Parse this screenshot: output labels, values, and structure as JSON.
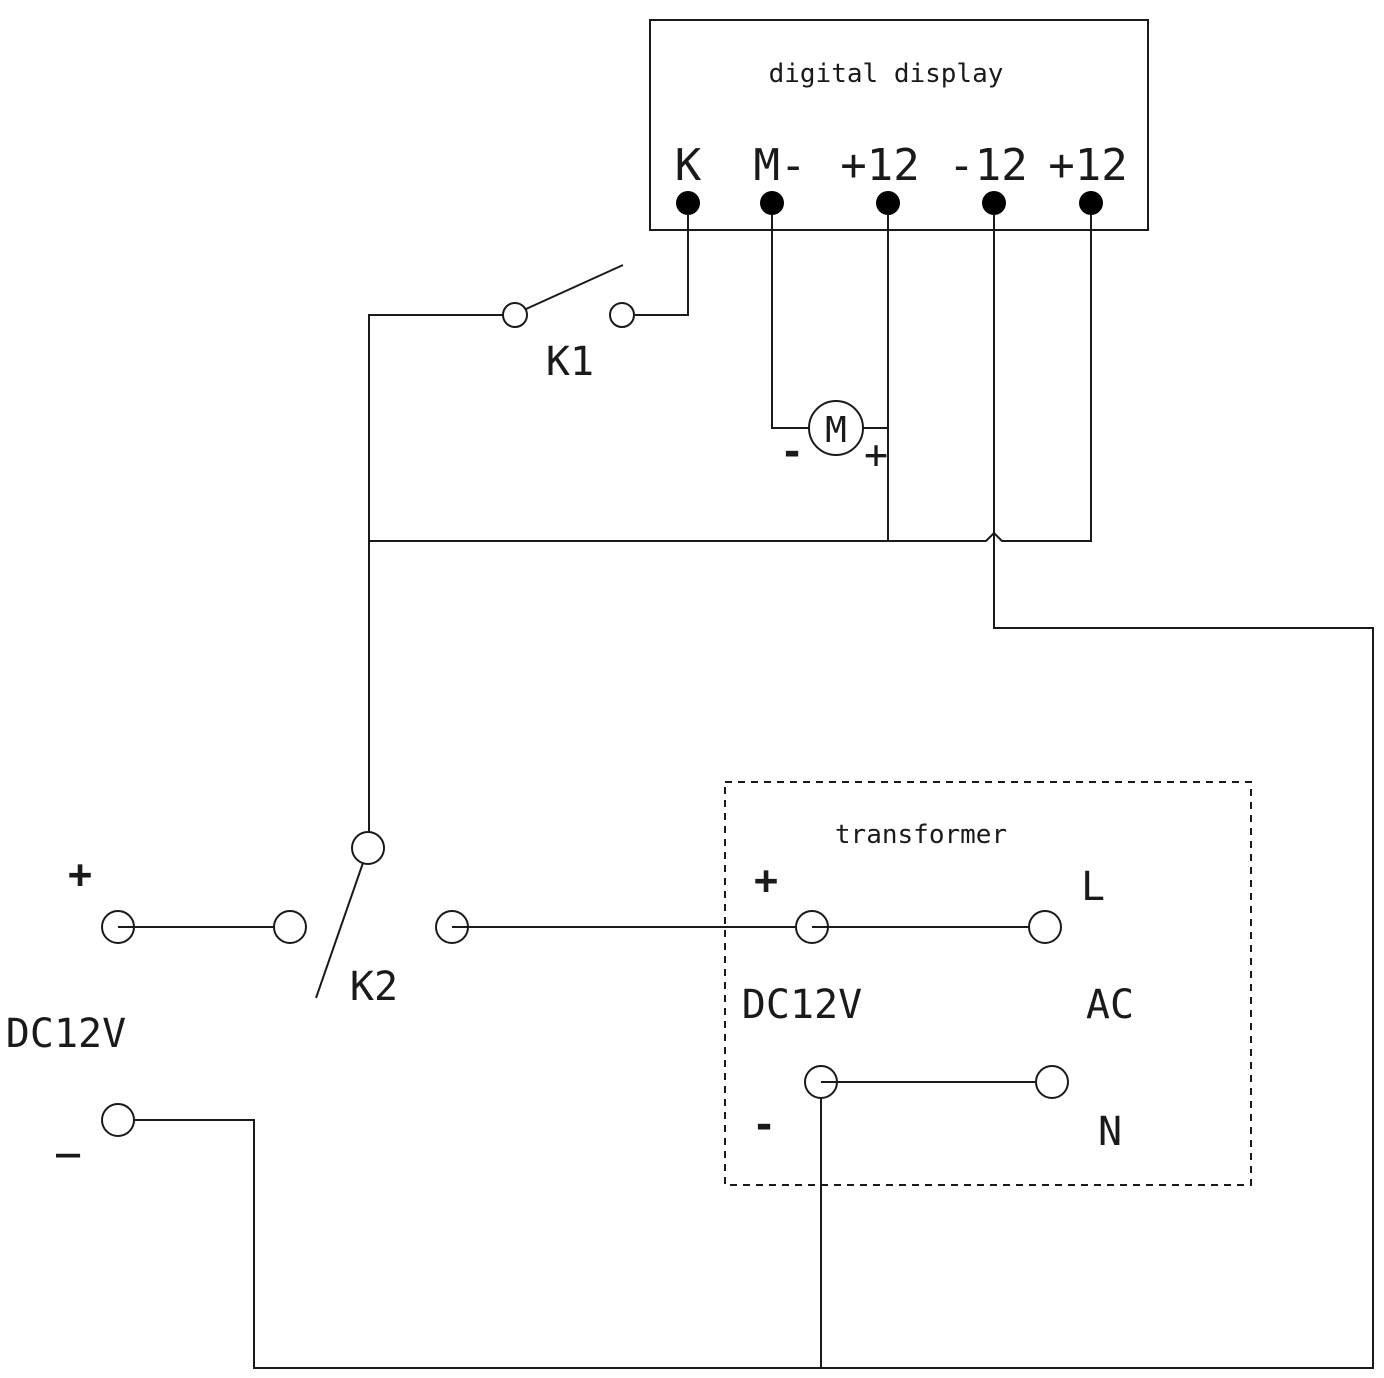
{
  "digital_display": {
    "title": "digital display",
    "terminals": [
      "K",
      "M-",
      "+12",
      "-12",
      "+12"
    ]
  },
  "switch_k1": {
    "label": "K1"
  },
  "switch_k2": {
    "label": "K2"
  },
  "motor": {
    "label": "M",
    "minus": "-",
    "plus": "+"
  },
  "dc_source": {
    "plus": "+",
    "label": "DC12V",
    "minus": "_"
  },
  "transformer": {
    "title": "transformer",
    "dc_plus": "+",
    "dc_label": "DC12V",
    "dc_minus": "-",
    "ac_l": "L",
    "ac_label": "AC",
    "ac_n": "N"
  }
}
